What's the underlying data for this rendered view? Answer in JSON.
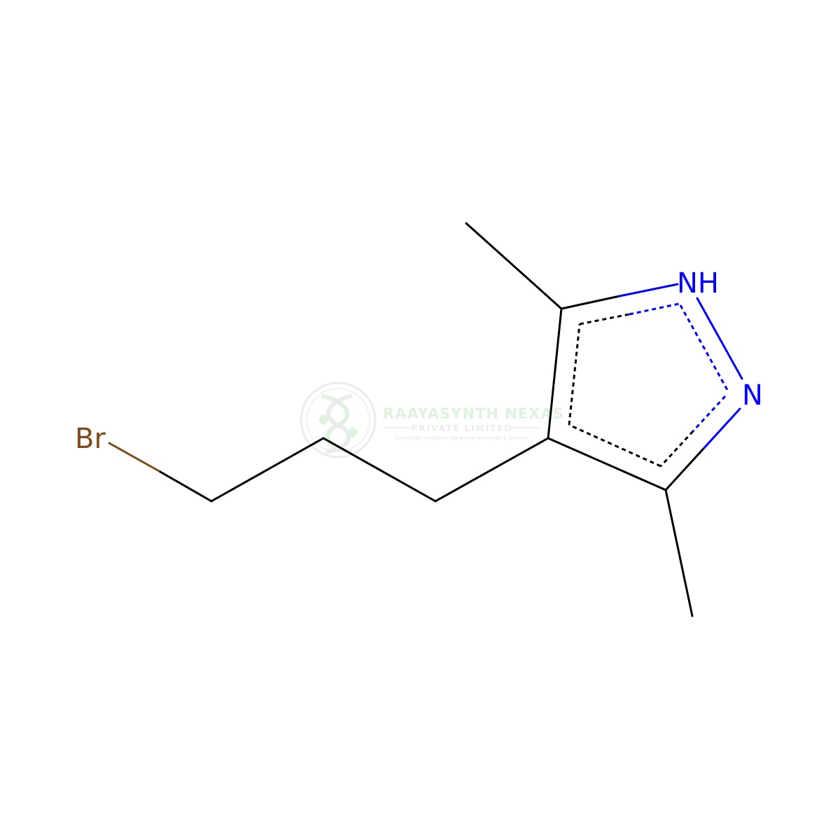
{
  "molecule": {
    "atoms": {
      "bromine": "Br",
      "nh": "NH",
      "n": "N"
    },
    "colors": {
      "bond": "#000000",
      "nitrogen": "#0000ff",
      "bromine": "#7f4c19"
    }
  },
  "watermark": {
    "title": "RAAYASYNTH NEXAS",
    "subtitle": "PRIVATE LIMITED",
    "tagline": "Complete solutions for every molecule's journey",
    "colors": {
      "green": "#8fd18f",
      "gray": "#b8b8b8"
    }
  }
}
